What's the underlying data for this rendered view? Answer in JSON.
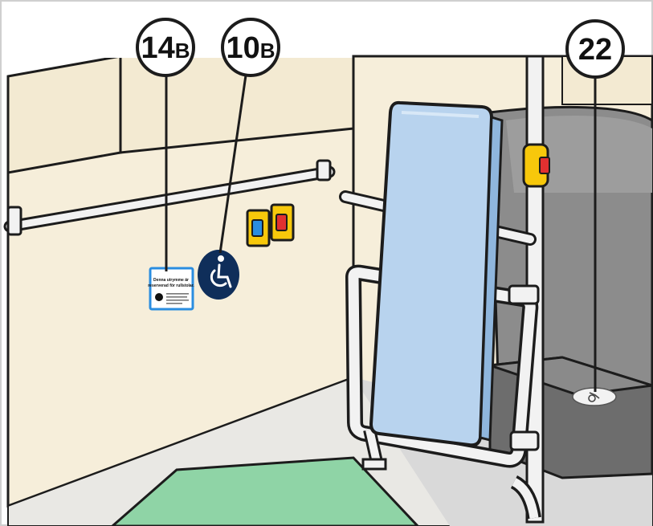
{
  "callouts": [
    {
      "number": "14",
      "suffix": "B",
      "target": "information-sticker"
    },
    {
      "number": "10",
      "suffix": "B",
      "target": "wheelchair-symbol-sticker"
    },
    {
      "number": "22",
      "suffix": "",
      "target": "seat-box-wheelchair-marking"
    }
  ],
  "sticker": {
    "heading_line1": "Denna utrymme är",
    "heading_line2": "reserverad för rullstolar."
  },
  "icons": {
    "wheelchair": "wheelchair-icon",
    "info": "info-icon"
  },
  "colors": {
    "wall": "#f6eeda",
    "floor": "#e9e8e4",
    "mat": "#8fd4a6",
    "backrest": "#b8d3ee",
    "seat": "#6d6d6d",
    "seat_top": "#8a8a8a",
    "rail": "#f2f2f2",
    "outline": "#1c1c1c",
    "button_yellow": "#f7c80b",
    "button_red": "#e13030",
    "button_blue": "#2a8de0",
    "wheelchair_disc": "#0f2e5a",
    "callout_fill": "#ffffff",
    "frame_border": "#cfcfcf"
  }
}
